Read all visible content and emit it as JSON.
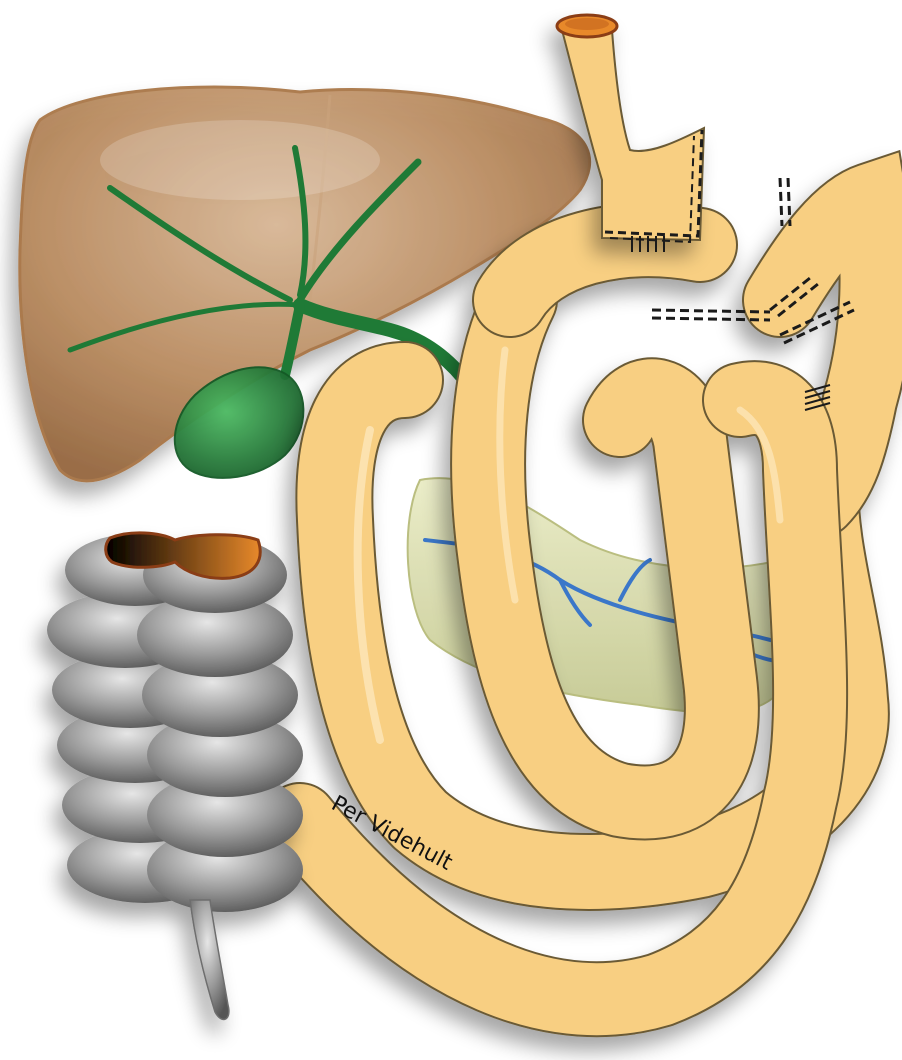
{
  "signature": "Per Videhult",
  "organs": [
    {
      "id": "liver",
      "icon": "liver-icon"
    },
    {
      "id": "gallbladder",
      "icon": "gallbladder-icon"
    },
    {
      "id": "bile-ducts",
      "icon": "bile-duct-icon"
    },
    {
      "id": "stomach-remnant",
      "icon": "stomach-icon"
    },
    {
      "id": "small-intestine-loops",
      "icon": "intestine-icon"
    },
    {
      "id": "pancreas",
      "icon": "pancreas-icon"
    },
    {
      "id": "colon",
      "icon": "colon-icon"
    },
    {
      "id": "appendix",
      "icon": "appendix-icon"
    }
  ],
  "colors": {
    "liver": "#b98a5e",
    "liver_edge": "#a87444",
    "bile": "#1f7a36",
    "bowel": "#f8cf82",
    "bowel_edge": "#6b5a36",
    "pancreas": "#d9dcaa",
    "vessels": "#3b77c9",
    "colon": "#8d8d8d",
    "lumen": "#e8892b"
  }
}
